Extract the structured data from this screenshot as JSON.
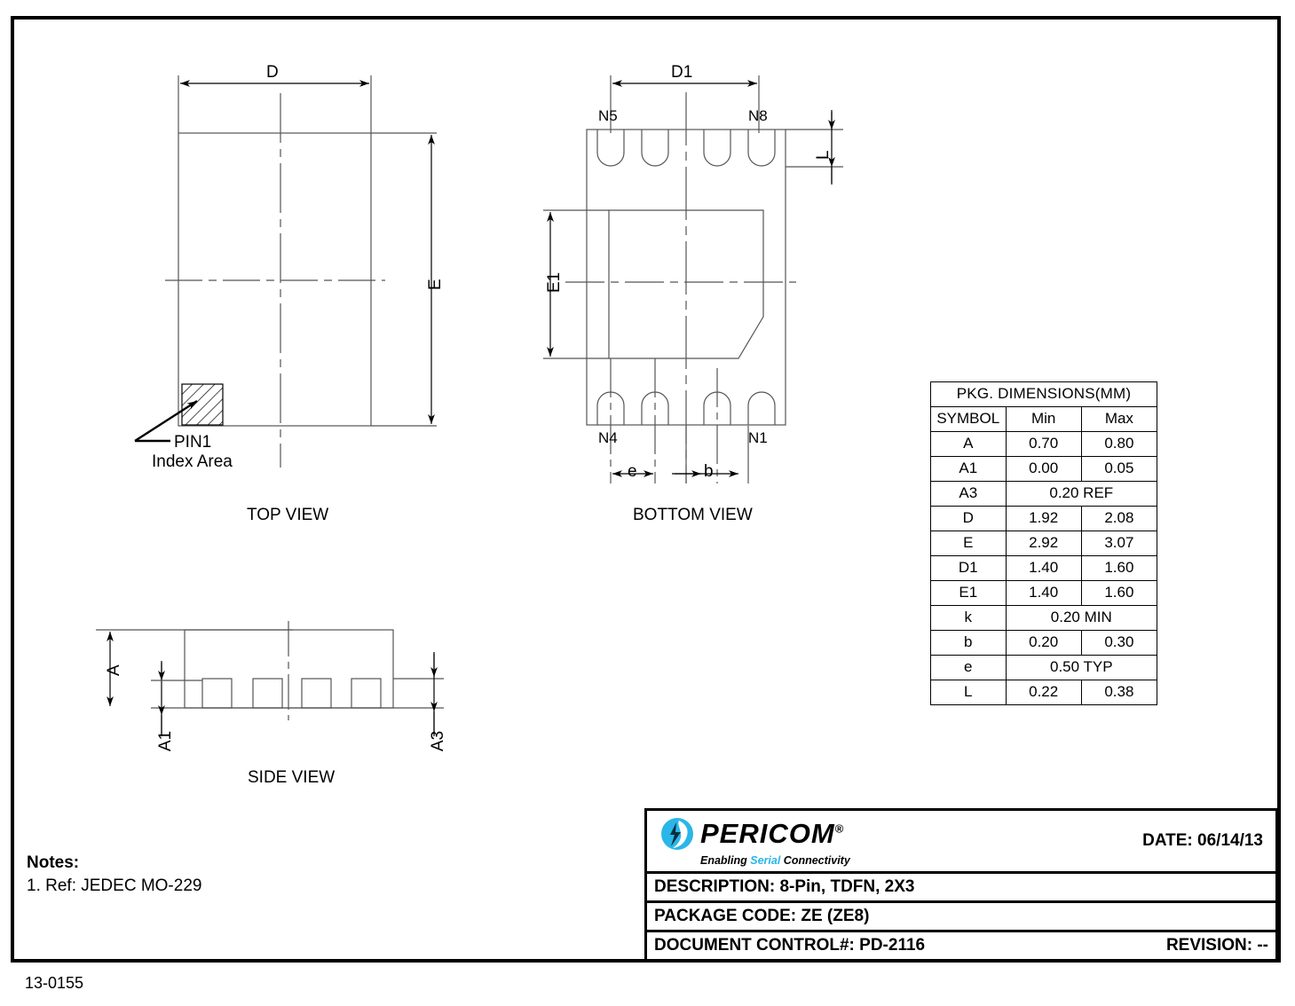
{
  "sheet": {
    "doc_number": "13-0155"
  },
  "views": {
    "top": {
      "title": "TOP VIEW",
      "dim_horizontal": "D",
      "dim_vertical": "E",
      "pin1_label_line1": "PIN1",
      "pin1_label_line2": "Index Area"
    },
    "bottom": {
      "title": "BOTTOM VIEW",
      "dim_horizontal": "D1",
      "dim_vertical": "E1",
      "dim_lead_length": "L",
      "dim_pitch": "e",
      "dim_width": "b",
      "pin_n5": "N5",
      "pin_n8": "N8",
      "pin_n4": "N4",
      "pin_n1": "N1"
    },
    "side": {
      "title": "SIDE VIEW",
      "dim_a": "A",
      "dim_a1": "A1",
      "dim_a3": "A3"
    }
  },
  "dim_table": {
    "title": "PKG.   DIMENSIONS(MM)",
    "columns": [
      "SYMBOL",
      "Min",
      "Max"
    ],
    "rows": [
      {
        "symbol": "A",
        "min": "0.70",
        "max": "0.80"
      },
      {
        "symbol": "A1",
        "min": "0.00",
        "max": "0.05"
      },
      {
        "symbol": "A3",
        "span": "0.20 REF"
      },
      {
        "symbol": "D",
        "min": "1.92",
        "max": "2.08"
      },
      {
        "symbol": "E",
        "min": "2.92",
        "max": "3.07"
      },
      {
        "symbol": "D1",
        "min": "1.40",
        "max": "1.60"
      },
      {
        "symbol": "E1",
        "min": "1.40",
        "max": "1.60"
      },
      {
        "symbol": "k",
        "span": "0.20 MIN"
      },
      {
        "symbol": "b",
        "min": "0.20",
        "max": "0.30"
      },
      {
        "symbol": "e",
        "span": "0.50 TYP"
      },
      {
        "symbol": "L",
        "min": "0.22",
        "max": "0.38"
      }
    ]
  },
  "title_block": {
    "logo_word": "PERICOM",
    "logo_reg": "®",
    "tagline_1": "Enabling ",
    "tagline_2": "Serial",
    "tagline_3": " Connectivity",
    "date_label": "DATE: 06/14/13",
    "description": "DESCRIPTION:  8-Pin, TDFN, 2X3",
    "package_code": "PACKAGE CODE:  ZE  (ZE8)",
    "document_control": "DOCUMENT CONTROL#: PD-2116",
    "revision": "REVISION: --"
  },
  "notes": {
    "heading": "Notes:",
    "line1": "1. Ref: JEDEC  MO-229"
  },
  "colors": {
    "logo_cyan": "#29b6e8",
    "line": "#000000",
    "thin_line": "#555555"
  }
}
